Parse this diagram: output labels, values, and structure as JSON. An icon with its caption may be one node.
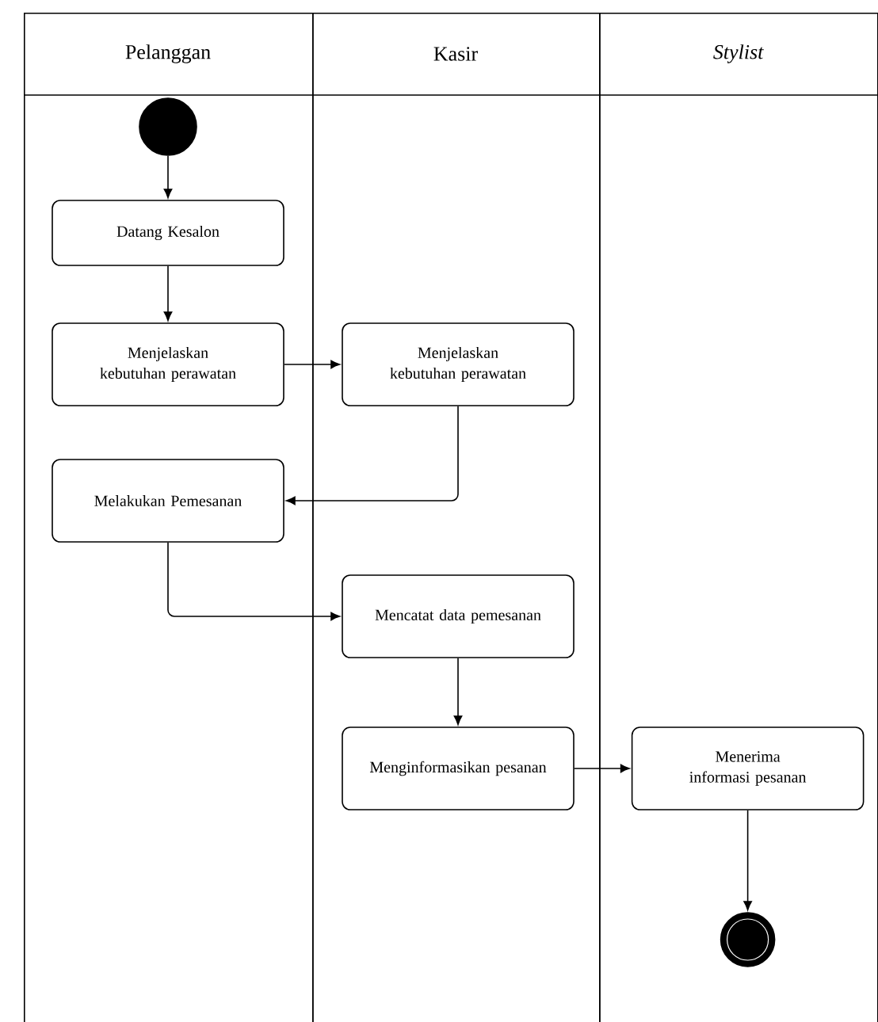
{
  "diagram": {
    "nodes": [
      {
        "text": [
          "Pelanggan"
        ]
      },
      {
        "text": [
          "Kasir"
        ]
      },
      {
        "text": [
          "Stylist"
        ]
      },
      {
        "text": [],
        "shape": "circle",
        "in": 0
      },
      {
        "text": [
          "Datang Kesalon"
        ],
        "in": 0
      },
      {
        "text": [
          "Menjelaskan kebutuhan perawatan"
        ],
        "in": 0
      },
      {
        "text": [
          "Menjelaskan kebutuhan perawatan"
        ],
        "in": 1
      },
      {
        "text": [
          "Melakukan Pemesanan"
        ],
        "in": 0
      },
      {
        "text": [
          "Mencatat data pemesanan"
        ],
        "in": 1
      },
      {
        "text": [
          "Menginformasikan pesanan"
        ],
        "in": 1
      },
      {
        "text": [
          "Menerima informasi pesanan"
        ],
        "in": 2
      },
      {
        "text": [],
        "shape": "circle",
        "in": 2
      }
    ],
    "edges": [
      {
        "from": 3,
        "to": 4,
        "arrow": "to"
      },
      {
        "from": 4,
        "to": 5,
        "arrow": "to"
      },
      {
        "from": 5,
        "to": 6,
        "arrow": "to"
      },
      {
        "from": 6,
        "to": 7,
        "arrow": "to"
      },
      {
        "from": 7,
        "to": 8,
        "arrow": "to"
      },
      {
        "from": 8,
        "to": 9,
        "arrow": "to"
      },
      {
        "from": 9,
        "to": 10,
        "arrow": "to"
      },
      {
        "from": 10,
        "to": 11,
        "arrow": "to"
      }
    ]
  }
}
